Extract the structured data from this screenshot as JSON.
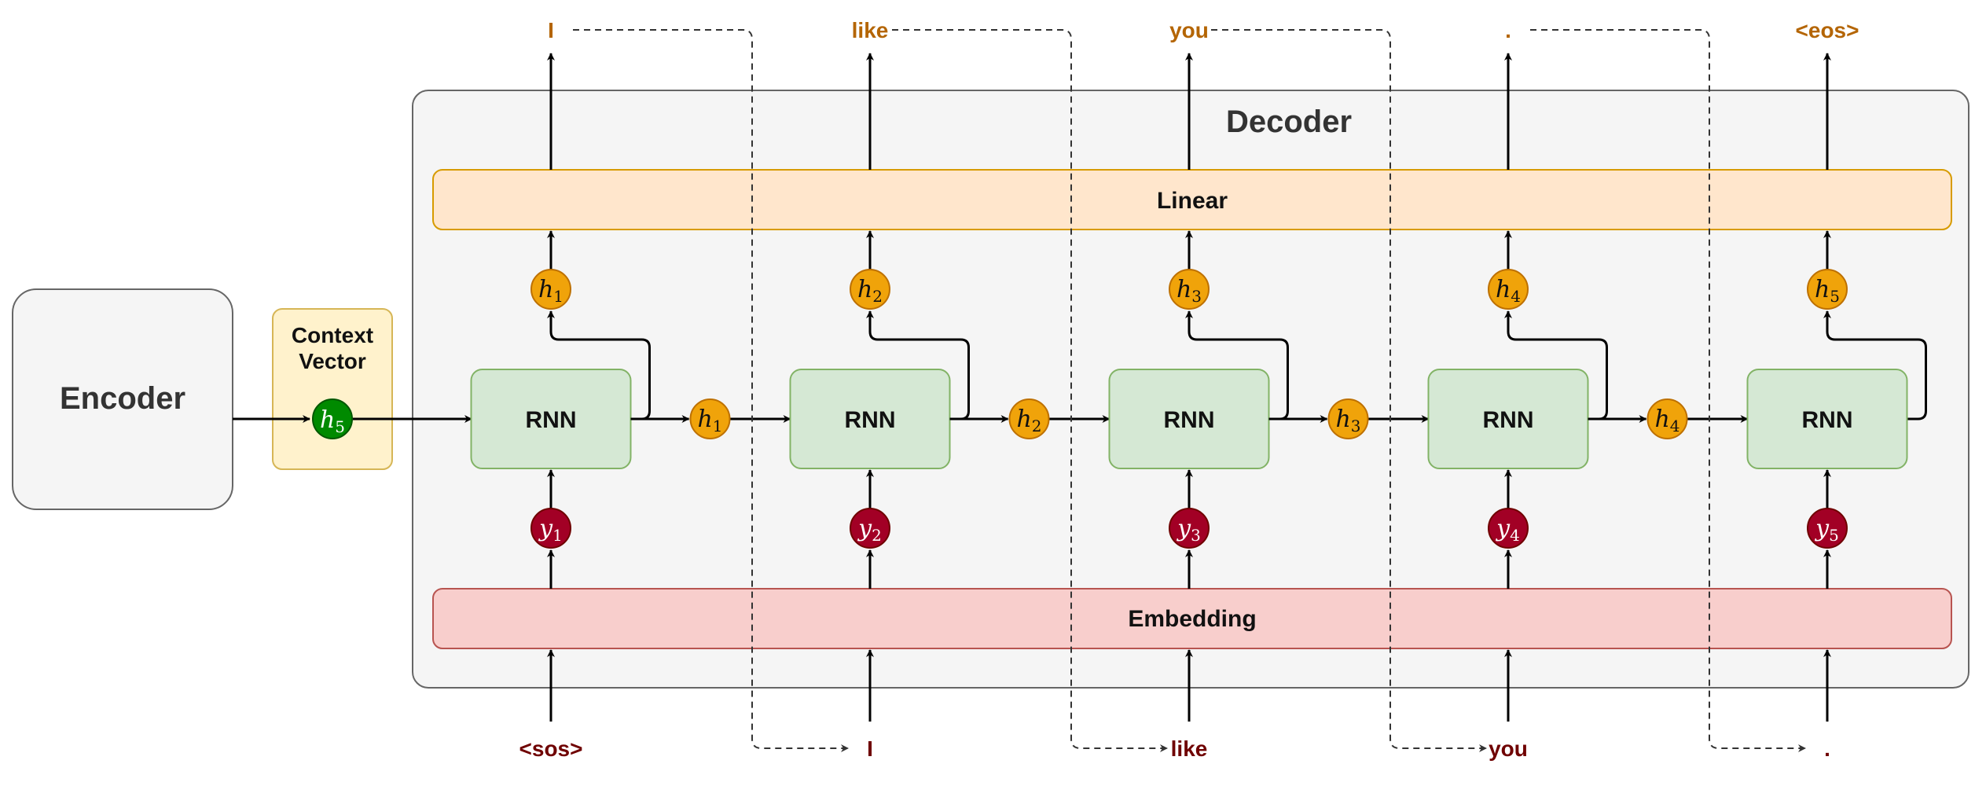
{
  "encoder": {
    "label": "Encoder"
  },
  "context": {
    "label_line1": "Context",
    "label_line2": "Vector",
    "symbol": "h",
    "subscript": "5"
  },
  "decoder": {
    "title": "Decoder"
  },
  "linear": {
    "label": "Linear"
  },
  "embedding": {
    "label": "Embedding"
  },
  "rnn_label": "RNN",
  "steps": [
    {
      "input": "<sos>",
      "output": "I",
      "y_sym": "y",
      "y_sub": "1",
      "h_sym": "h",
      "h_sub": "1"
    },
    {
      "input": "I",
      "output": "like",
      "y_sym": "y",
      "y_sub": "2",
      "h_sym": "h",
      "h_sub": "2"
    },
    {
      "input": "like",
      "output": "you",
      "y_sym": "y",
      "y_sub": "3",
      "h_sym": "h",
      "h_sub": "3"
    },
    {
      "input": "you",
      "output": ".",
      "y_sym": "y",
      "y_sub": "4",
      "h_sym": "h",
      "h_sub": "4"
    },
    {
      "input": ".",
      "output": "<eos>",
      "y_sym": "y",
      "y_sub": "5",
      "h_sym": "h",
      "h_sub": "5"
    }
  ],
  "colors": {
    "output_text": "#b46504",
    "input_text": "#6f0000",
    "hidden_node_fill": "#f0a30a",
    "hidden_node_stroke": "#bd7000",
    "y_node_fill": "#a20025",
    "y_node_stroke": "#6f0000",
    "context_node_fill": "#008a00",
    "context_node_stroke": "#005700",
    "rnn_fill": "#d5e8d4",
    "rnn_stroke": "#82b366",
    "linear_fill": "#ffe6cc",
    "linear_stroke": "#d79b00",
    "embedding_fill": "#f8cecc",
    "embedding_stroke": "#b85450",
    "context_fill": "#fff2cc",
    "context_stroke": "#d6b656",
    "container_fill": "#f5f5f5",
    "container_stroke": "#666666"
  }
}
